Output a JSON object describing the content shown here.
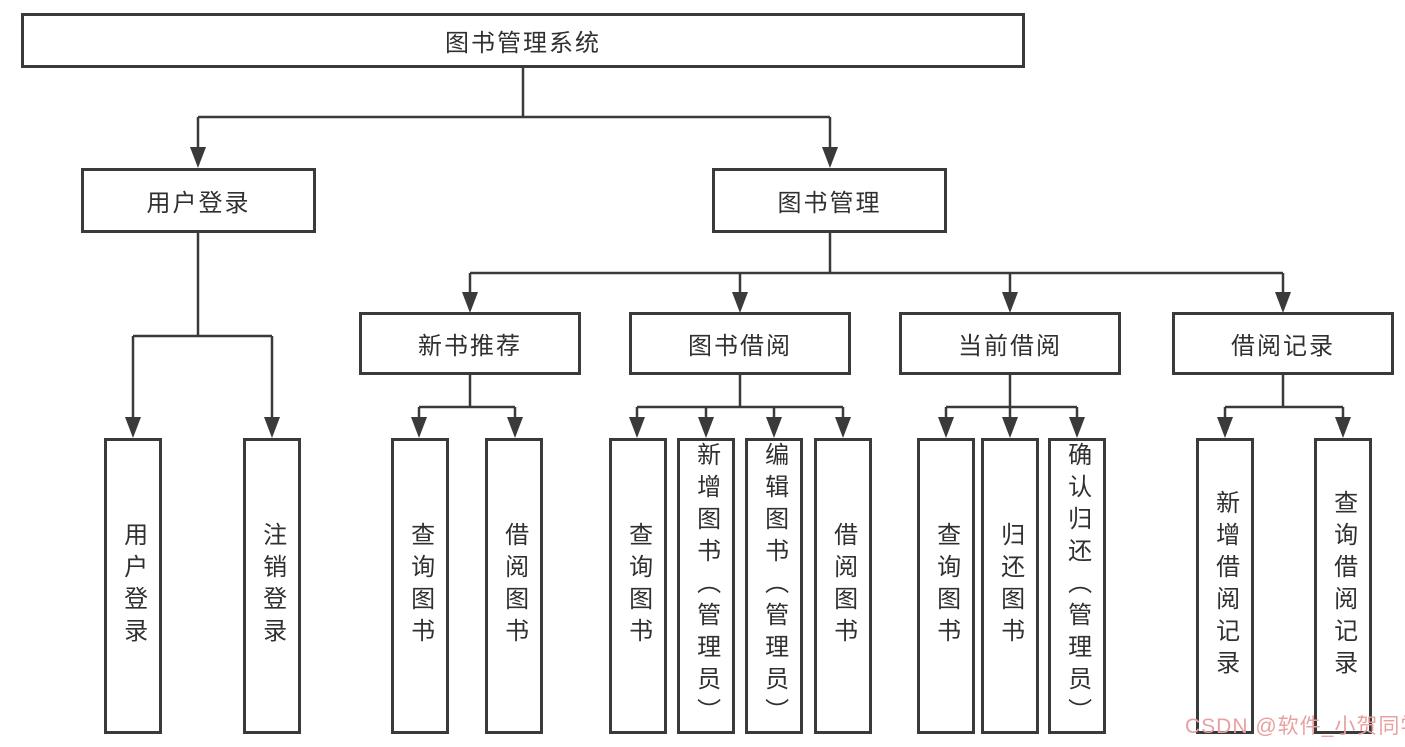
{
  "diagram": {
    "root": {
      "label": "图书管理系统"
    },
    "branches": {
      "user_login": {
        "label": "用户登录",
        "children": [
          "用户登录",
          "注销登录"
        ]
      },
      "book_mgmt": {
        "label": "图书管理",
        "children": [
          {
            "label": "新书推荐",
            "children": [
              "查询图书",
              "借阅图书"
            ]
          },
          {
            "label": "图书借阅",
            "children": [
              "查询图书",
              "新增图书（管理员）",
              "编辑图书（管理员）",
              "借阅图书"
            ]
          },
          {
            "label": "当前借阅",
            "children": [
              "查询图书",
              "归还图书",
              "确认归还（管理员）"
            ]
          },
          {
            "label": "借阅记录",
            "children": [
              "新增借阅记录",
              "查询借阅记录"
            ]
          }
        ]
      }
    }
  },
  "watermark": {
    "text": "CSDN @软件_小贺同学",
    "color": "#e9a0a0"
  },
  "colors": {
    "line": "#3a3a3a",
    "text": "#303030",
    "bg": "#ffffff"
  }
}
